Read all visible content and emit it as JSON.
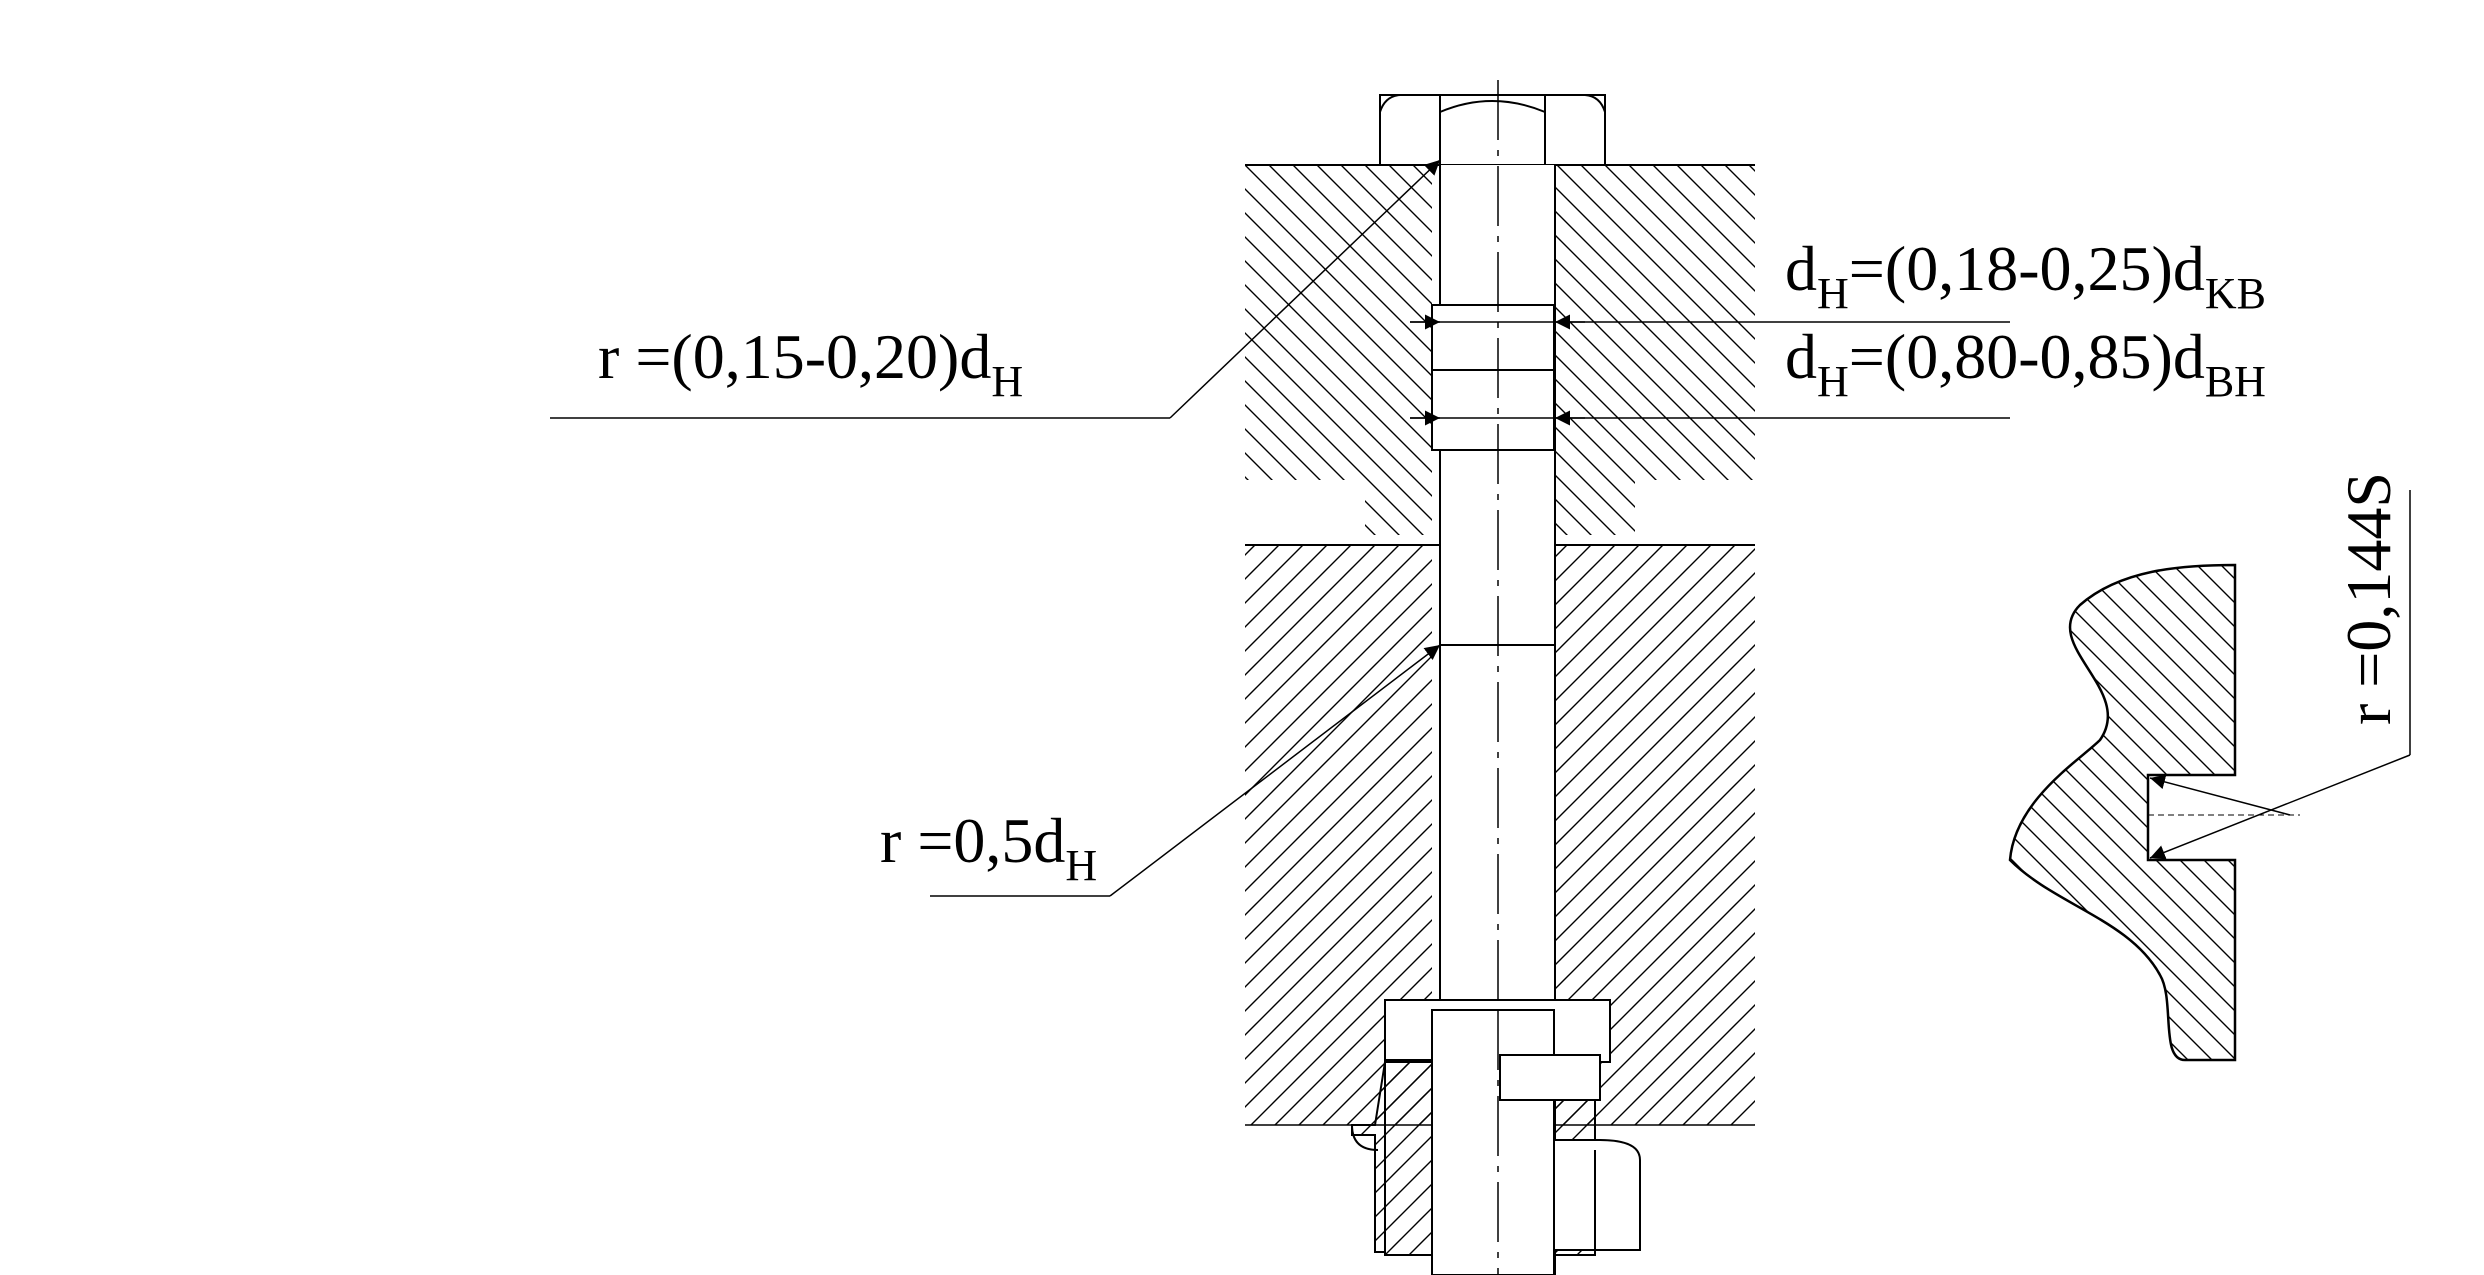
{
  "drawing": {
    "annotations": {
      "r_head": {
        "main": "r =(0,15-0,20)d",
        "sub": "H"
      },
      "d_kb": {
        "a": "d",
        "a_sub": "H",
        "b": "=(0,18-0,25)d",
        "b_sub": "KB"
      },
      "d_bh": {
        "a": "d",
        "a_sub": "H",
        "b": "=(0,80-0,85)d",
        "b_sub": "BH"
      },
      "r_shank": {
        "main": "r =0,5d",
        "sub": "H"
      },
      "r_thread": {
        "main": "r =0,144S"
      }
    }
  }
}
